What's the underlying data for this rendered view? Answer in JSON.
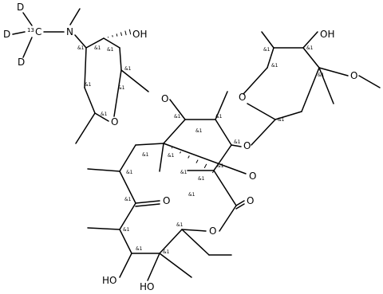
{
  "labels": {
    "o_sugar1_oh": "OH",
    "o_sugar2_oh": "OH",
    "n_dimethyl": "N",
    "d1": "D",
    "d2": "D",
    "d3": "D",
    "c13_iso": "13",
    "c13_el": "C",
    "o_ring1": "O",
    "o_ring2": "O",
    "o_link1": "O",
    "o_link2": "O",
    "o_methoxy_sugar": "O",
    "o_methoxy_ring": "O",
    "o_ketone": "O",
    "o_ester_dbl": "O",
    "o_lactone": "O",
    "o_ho1": "HO",
    "o_ho2": "HO"
  },
  "stereo_mark": "&1"
}
